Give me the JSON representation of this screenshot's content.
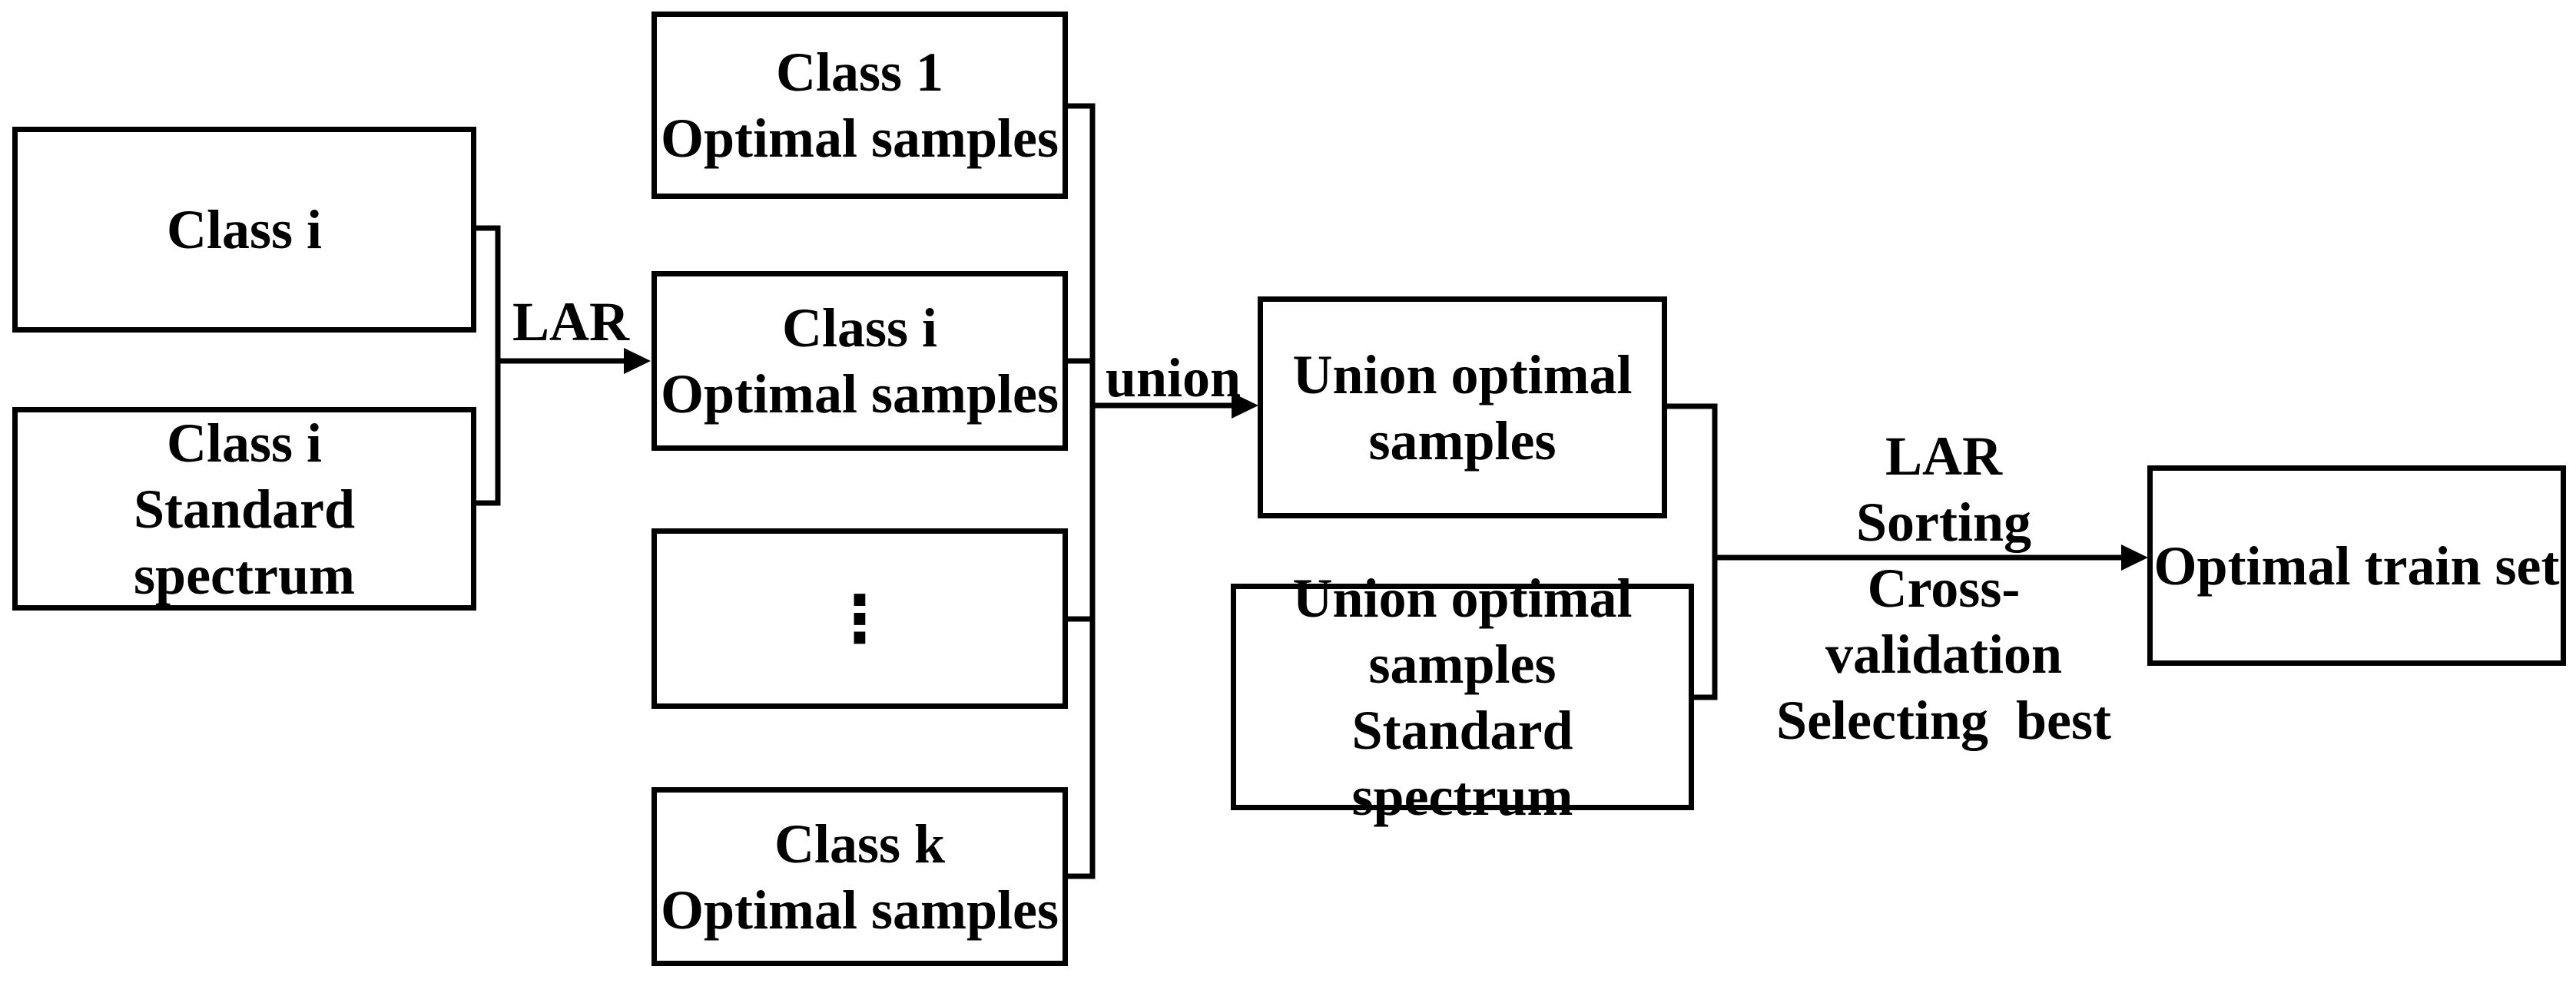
{
  "diagram": {
    "title": "LAR optimal training-set selection flowchart",
    "colors": {
      "line": "#000000",
      "background": "#ffffff",
      "text": "#000000"
    },
    "nodes": {
      "class_i": {
        "label": "Class i"
      },
      "class_i_std": {
        "label": "Class i\nStandard spectrum"
      },
      "class_1_opt": {
        "label": "Class 1\nOptimal samples"
      },
      "class_i_opt": {
        "label": "Class i\nOptimal samples"
      },
      "ellipsis": {
        "label": "⋮"
      },
      "class_k_opt": {
        "label": "Class k\nOptimal samples"
      },
      "union_opt": {
        "label": "Union optimal\nsamples"
      },
      "union_opt_std": {
        "label": "Union optimal\nsamples\nStandard spectrum"
      },
      "optimal_train": {
        "label": "Optimal train set"
      }
    },
    "edges": {
      "lar": {
        "label": "LAR"
      },
      "union": {
        "label": "union"
      },
      "final": {
        "label": "LAR\nSorting\nCross-validation\nSelecting  best"
      }
    }
  }
}
